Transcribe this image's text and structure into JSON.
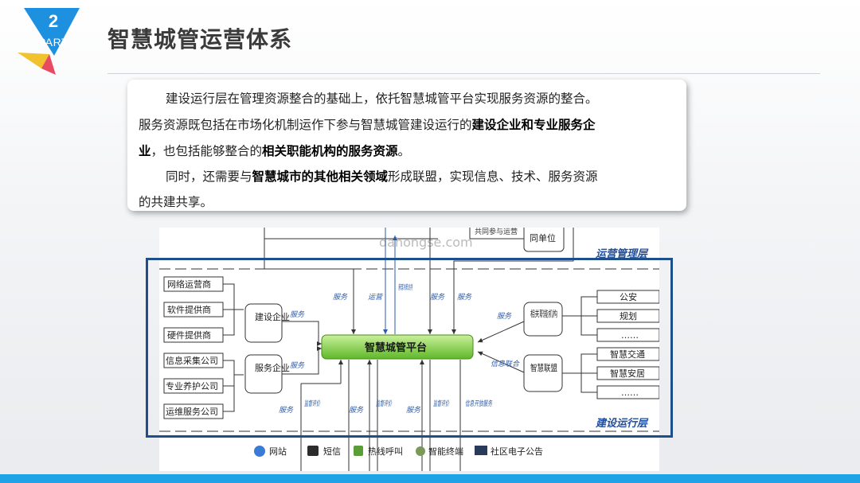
{
  "header": {
    "part_number": "2",
    "part_label": "PART",
    "title": "智慧城管运营体系"
  },
  "textbox": {
    "line1": "建设运行层在管理资源整合的基础上，依托智慧城管平台实现服务资源的整合。",
    "line2a": "服务资源既包括在市场化机制运作下参与智慧城管建设运行的",
    "line2b": "建设企业和专业服务企",
    "line3a": "业",
    "line3b": "，也包括能够整合的",
    "line3c": "相关职能机构的服务资源",
    "line3d": "。",
    "line4a": "同时，还需要与",
    "line4b": "智慧城市的其他相关领域",
    "line4c": "形成联盟，实现信息、技术、服务资源",
    "line5": "的共建共享。"
  },
  "diagram": {
    "watermark": "dahongse.com",
    "top_cut_label1": "共同参与运营",
    "top_cut_label2": "同单位",
    "layer_top": "运营管理层",
    "layer_bottom": "建设运行层",
    "platform": "智慧城管平台",
    "left_items": [
      "网络运营商",
      "软件提供商",
      "硬件提供商",
      "信息采集公司",
      "专业养护公司",
      "运维服务公司"
    ],
    "mid_left": [
      "建设企业",
      "服务企业"
    ],
    "right_groups": [
      "相关职能机构",
      "智慧联盟"
    ],
    "right_items": [
      "公安",
      "规划",
      "……",
      "智慧交通",
      "智慧安居",
      "……"
    ],
    "arrow_labels": {
      "svc1": "服务",
      "svc2": "服务",
      "top1": "服务",
      "top2": "运营",
      "top3": "管理决策支持",
      "top4": "服务",
      "top5": "服务",
      "right1": "服务",
      "right2": "信息联合",
      "bot1": "服务",
      "bot2": "监督评价",
      "bot3": "服务",
      "bot4": "监督评价",
      "bot5": "服务",
      "bot6": "监督评价",
      "bot7": "信息开放服务"
    },
    "channels": [
      "网站",
      "短信",
      "热线呼叫",
      "智能终端",
      "社区电子公告"
    ]
  }
}
